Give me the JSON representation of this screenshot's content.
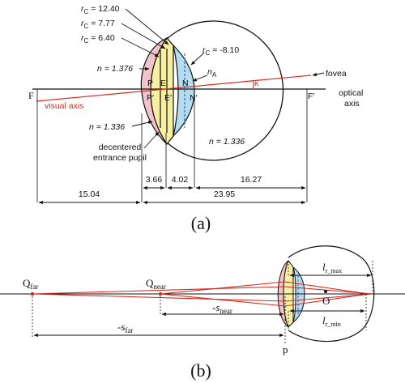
{
  "colors": {
    "accent_red": "#d62a20",
    "cornea_pink": "#f2c3c8",
    "anterior_lens_yellow": "#f7f0a2",
    "posterior_lens_blue": "#b5dcef",
    "line_black": "#111111"
  },
  "panel_a": {
    "caption": "(a)",
    "radii": [
      {
        "r": "r",
        "sub": "C",
        "value": " = 12.40"
      },
      {
        "r": "r",
        "sub": "C",
        "value": " = 7.77"
      },
      {
        "r": "r",
        "sub": "C",
        "value": " = 6.40"
      },
      {
        "r": "r",
        "sub": "C",
        "value": " = -8.10"
      }
    ],
    "indices": {
      "n_cornea": "n = 1.376",
      "n_aqueous": "n = 1.336",
      "n_vitreous": "n = 1.336",
      "n_lens_main": "n",
      "n_lens_sub": "A"
    },
    "points": {
      "F": "F",
      "P": "P",
      "E": "E",
      "N": "N",
      "P_prime": "P′",
      "E_prime": "E′",
      "N_prime": "N′",
      "F_prime": "F′",
      "kappa": "κ"
    },
    "labels": {
      "fovea": "fovea",
      "optical_axis_1": "optical",
      "optical_axis_2": "axis",
      "visual_axis": "visual axis",
      "decentered_1": "decentered",
      "decentered_2": "entrance pupil"
    },
    "dimensions": {
      "d1": "3.66",
      "d2": "4.02",
      "d3": "16.27",
      "d4": "15.04",
      "d5": "23.95"
    }
  },
  "panel_b": {
    "caption": "(b)",
    "labels": {
      "Q_far_main": "Q",
      "Q_far_sub": "far",
      "Q_near_main": "Q",
      "Q_near_sub": "near",
      "s_near_main": "-s",
      "s_near_sub": "near",
      "s_far_main": "-s",
      "s_far_sub": "far",
      "p": "p",
      "O": "O",
      "l_max_main": "l",
      "l_max_sub": "r_max",
      "l_min_main": "l",
      "l_min_sub": "r_min"
    }
  }
}
